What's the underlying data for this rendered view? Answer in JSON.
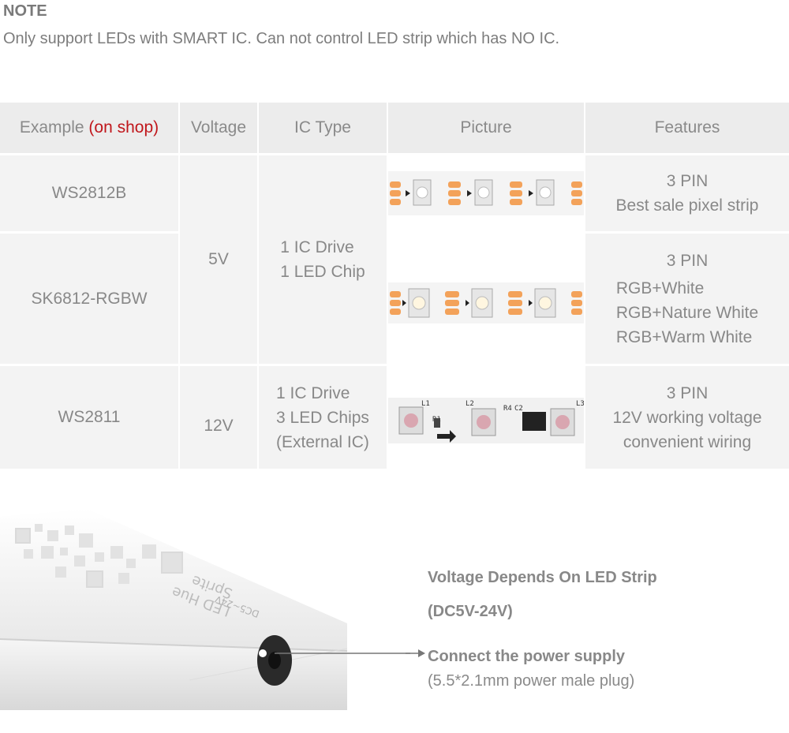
{
  "note": {
    "title": "NOTE",
    "text": "Only support LEDs with SMART IC. Can not control LED strip which has NO IC."
  },
  "table": {
    "headers": {
      "example_prefix": "Example",
      "example_suffix": "(on shop)",
      "voltage": "Voltage",
      "ic_type": "IC Type",
      "picture": "Picture",
      "features": "Features"
    },
    "rows": [
      {
        "example": "WS2812B",
        "features": [
          "3 PIN",
          "Best sale pixel strip"
        ]
      },
      {
        "example": "SK6812-RGBW",
        "features": [
          "3 PIN",
          "RGB+White",
          "RGB+Nature White",
          "RGB+Warm White"
        ]
      },
      {
        "example": "WS2811",
        "features": [
          "3 PIN",
          "12V working voltage",
          "convenient wiring"
        ]
      }
    ],
    "voltage_5v": "5V",
    "voltage_12v": "12V",
    "ic_5v": [
      "1 IC Drive",
      "1 LED Chip"
    ],
    "ic_12v": [
      "1 IC Drive",
      "3 LED Chips",
      "(External IC)"
    ]
  },
  "bottom": {
    "voltage_title": "Voltage Depends On LED Strip",
    "voltage_range": "(DC5V-24V)",
    "connect_title": "Connect the power supply",
    "connect_detail": "(5.5*2.1mm power male plug)"
  },
  "device": {
    "brand_lines": [
      "LED Hue",
      "Sprite"
    ],
    "rating": "DC5~24V",
    "strip_labels": [
      "L1",
      "L2",
      "R1",
      "R4",
      "C2",
      "L3"
    ]
  }
}
